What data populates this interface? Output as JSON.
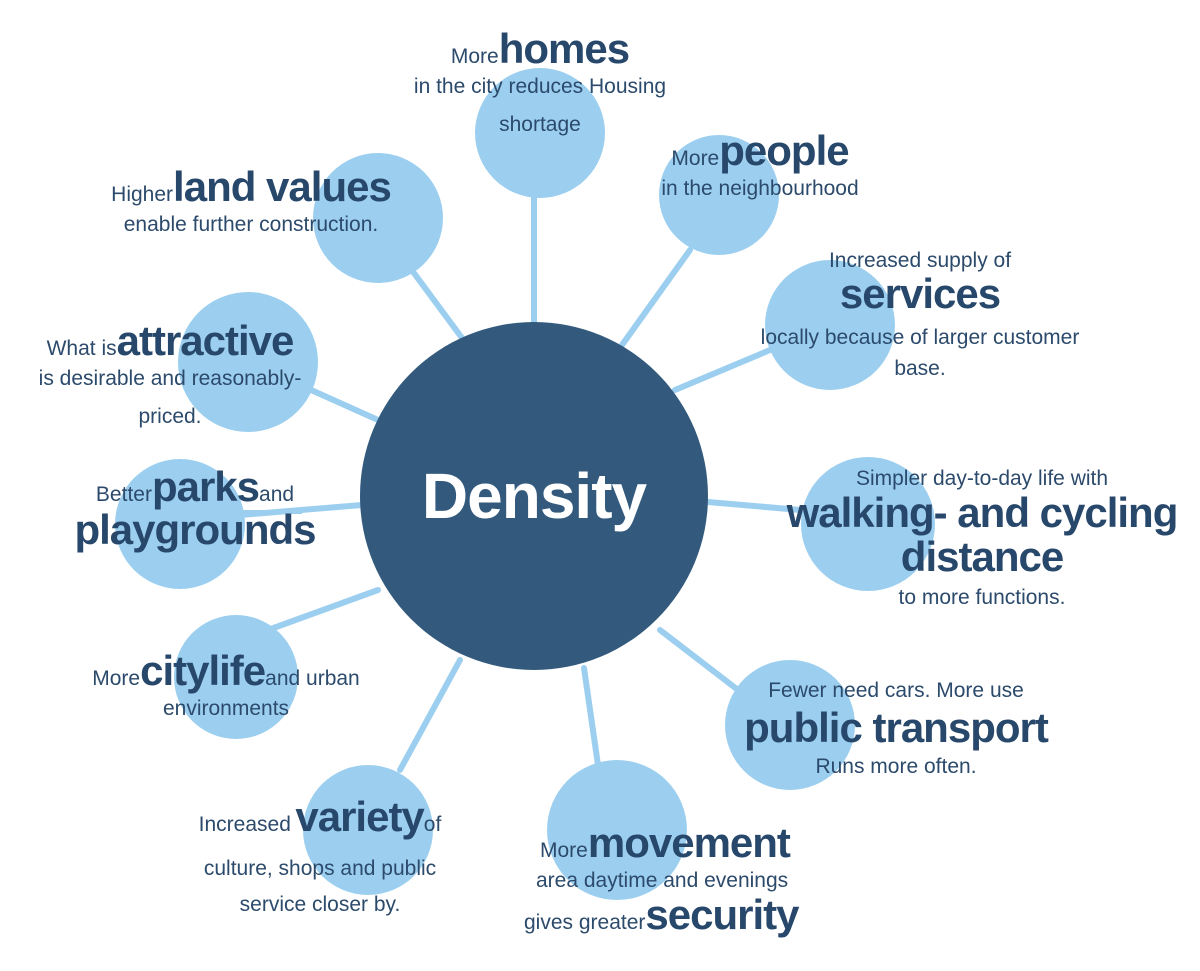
{
  "hub": {
    "label": "Density"
  },
  "nodes": {
    "homes": {
      "pre": "More",
      "word": "homes",
      "desc1": "in the city reduces Housing",
      "desc2": "shortage"
    },
    "people": {
      "pre": "More",
      "word": "people",
      "desc1": "in the  neighbourhood"
    },
    "services": {
      "pre": "Increased  supply of",
      "word": "services",
      "desc1": "locally because of larger customer",
      "desc2": "base."
    },
    "walking": {
      "pre": "Simpler day-to-day life with",
      "word1": "walking- and cycling",
      "word2": "distance",
      "post": "to  more functions."
    },
    "transport": {
      "pre": "Fewer need cars. More use",
      "word": "public transport",
      "post": "Runs more often."
    },
    "movement": {
      "pre": "More",
      "word": "movement",
      "desc1": "area daytime and evenings",
      "pre2": "gives greater",
      "word2": "security"
    },
    "variety": {
      "pre": "Increased",
      "word": "variety",
      "post": "of",
      "desc1": "culture, shops and public",
      "desc2": "service  closer by."
    },
    "citylife": {
      "pre": "More",
      "word": "citylife",
      "post": "and urban",
      "desc1": "environments"
    },
    "parks": {
      "pre": "Better",
      "word": "parks",
      "post": "and",
      "word2": "playgrounds"
    },
    "attractive": {
      "pre": "What is",
      "word": "attractive",
      "desc1": "is desirable and reasonably-",
      "desc2": "priced."
    },
    "landvalues": {
      "pre": "Higher",
      "word": "land values",
      "desc1": "enable further construction."
    }
  },
  "colors": {
    "hub": "#335a7d",
    "circle": "#9ccfef",
    "connector": "#9ccfef",
    "text": "#2c4a6b"
  }
}
